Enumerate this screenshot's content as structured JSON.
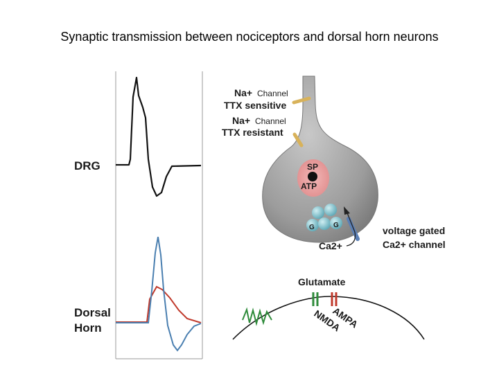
{
  "title": "Synaptic transmission between nociceptors and dorsal horn neurons",
  "labels": {
    "drg": "DRG",
    "dorsal": "Dorsal",
    "horn": "Horn",
    "na_plus": "Na+",
    "channel": "Channel",
    "ttx_sensitive": "TTX sensitive",
    "ttx_resistant": "TTX resistant",
    "sp": "SP",
    "atp": "ATP",
    "g": "G",
    "ca2plus": "Ca2+",
    "voltage_gated": "voltage gated",
    "ca2plus_channel": "Ca2+ channel",
    "glutamate": "Glutamate",
    "nmda": "NMDA",
    "ampa": "AMPA"
  },
  "colors": {
    "drg_trace": "#111111",
    "dorsal_blue_trace": "#4a7fb0",
    "dorsal_red_trace": "#c0392b",
    "soma_gray": "#9c9c9c",
    "nucleus_pink": "#e8a1a1",
    "vesicle_teal": "#6ab2bf",
    "nmda_green": "#2e8b3a",
    "ampa_red": "#c0392b",
    "channel_gold": "#d8b25a",
    "ca_channel_blue": "#5b7fb5"
  }
}
